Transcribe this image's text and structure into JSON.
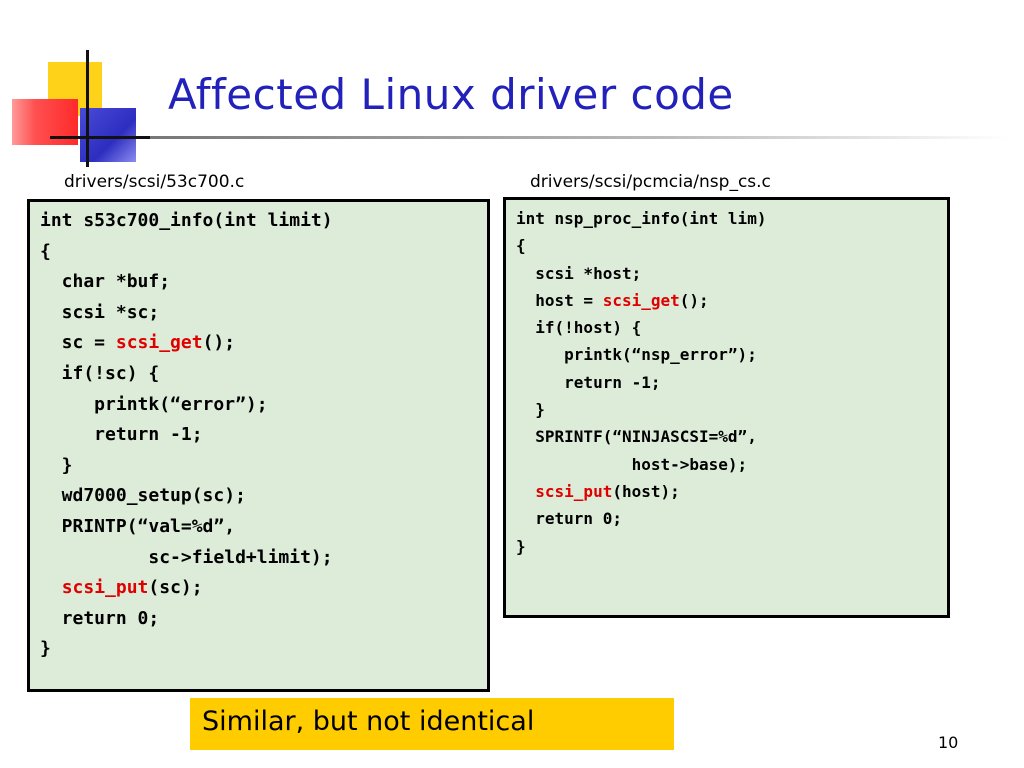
{
  "title": "Affected Linux driver code",
  "left_file": {
    "label": "drivers/scsi/53c700.c",
    "lines": [
      {
        "segments": [
          {
            "text": "int s53c700_info(int limit)",
            "hl": false
          }
        ]
      },
      {
        "segments": [
          {
            "text": "{",
            "hl": false
          }
        ]
      },
      {
        "segments": [
          {
            "text": "  char *buf;",
            "hl": false
          }
        ]
      },
      {
        "segments": [
          {
            "text": "  scsi *sc;",
            "hl": false
          }
        ]
      },
      {
        "segments": [
          {
            "text": "  sc = ",
            "hl": false
          },
          {
            "text": "scsi_get",
            "hl": true
          },
          {
            "text": "();",
            "hl": false
          }
        ]
      },
      {
        "segments": [
          {
            "text": "  if(!sc) {",
            "hl": false
          }
        ]
      },
      {
        "segments": [
          {
            "text": "     printk(“error”);",
            "hl": false
          }
        ]
      },
      {
        "segments": [
          {
            "text": "     return -1;",
            "hl": false
          }
        ]
      },
      {
        "segments": [
          {
            "text": "  }",
            "hl": false
          }
        ]
      },
      {
        "segments": [
          {
            "text": "  wd7000_setup(sc);",
            "hl": false
          }
        ]
      },
      {
        "segments": [
          {
            "text": "  PRINTP(“val=%d”,",
            "hl": false
          }
        ]
      },
      {
        "segments": [
          {
            "text": "          sc->field+limit);",
            "hl": false
          }
        ]
      },
      {
        "segments": [
          {
            "text": "  ",
            "hl": false
          },
          {
            "text": "scsi_put",
            "hl": true
          },
          {
            "text": "(sc);",
            "hl": false
          }
        ]
      },
      {
        "segments": [
          {
            "text": "  return 0;",
            "hl": false
          }
        ]
      },
      {
        "segments": [
          {
            "text": "}",
            "hl": false
          }
        ]
      }
    ]
  },
  "right_file": {
    "label": "drivers/scsi/pcmcia/nsp_cs.c",
    "lines": [
      {
        "segments": [
          {
            "text": "int nsp_proc_info(int lim)",
            "hl": false
          }
        ]
      },
      {
        "segments": [
          {
            "text": "{",
            "hl": false
          }
        ]
      },
      {
        "segments": [
          {
            "text": "  scsi *host;",
            "hl": false
          }
        ]
      },
      {
        "segments": [
          {
            "text": "  host = ",
            "hl": false
          },
          {
            "text": "scsi_get",
            "hl": true
          },
          {
            "text": "();",
            "hl": false
          }
        ]
      },
      {
        "segments": [
          {
            "text": "  if(!host) {",
            "hl": false
          }
        ]
      },
      {
        "segments": [
          {
            "text": "     printk(“nsp_error”);",
            "hl": false
          }
        ]
      },
      {
        "segments": [
          {
            "text": "     return -1;",
            "hl": false
          }
        ]
      },
      {
        "segments": [
          {
            "text": "  }",
            "hl": false
          }
        ]
      },
      {
        "segments": [
          {
            "text": "  SPRINTF(“NINJASCSI=%d”,",
            "hl": false
          }
        ]
      },
      {
        "segments": [
          {
            "text": "            host->base);",
            "hl": false
          }
        ]
      },
      {
        "segments": [
          {
            "text": "  ",
            "hl": false
          },
          {
            "text": "scsi_put",
            "hl": true
          },
          {
            "text": "(host);",
            "hl": false
          }
        ]
      },
      {
        "segments": [
          {
            "text": "  return 0;",
            "hl": false
          }
        ]
      },
      {
        "segments": [
          {
            "text": "}",
            "hl": false
          }
        ]
      }
    ]
  },
  "callout": "Similar, but not identical",
  "page_number": "10",
  "colors": {
    "title": "#2222bb",
    "highlight": "#e00000",
    "code_background": "#ddebd9",
    "callout_background": "#ffcc00",
    "logo_yellow": "#ffd21a",
    "logo_blue": "#3333cc",
    "logo_red": "#ff3333"
  }
}
